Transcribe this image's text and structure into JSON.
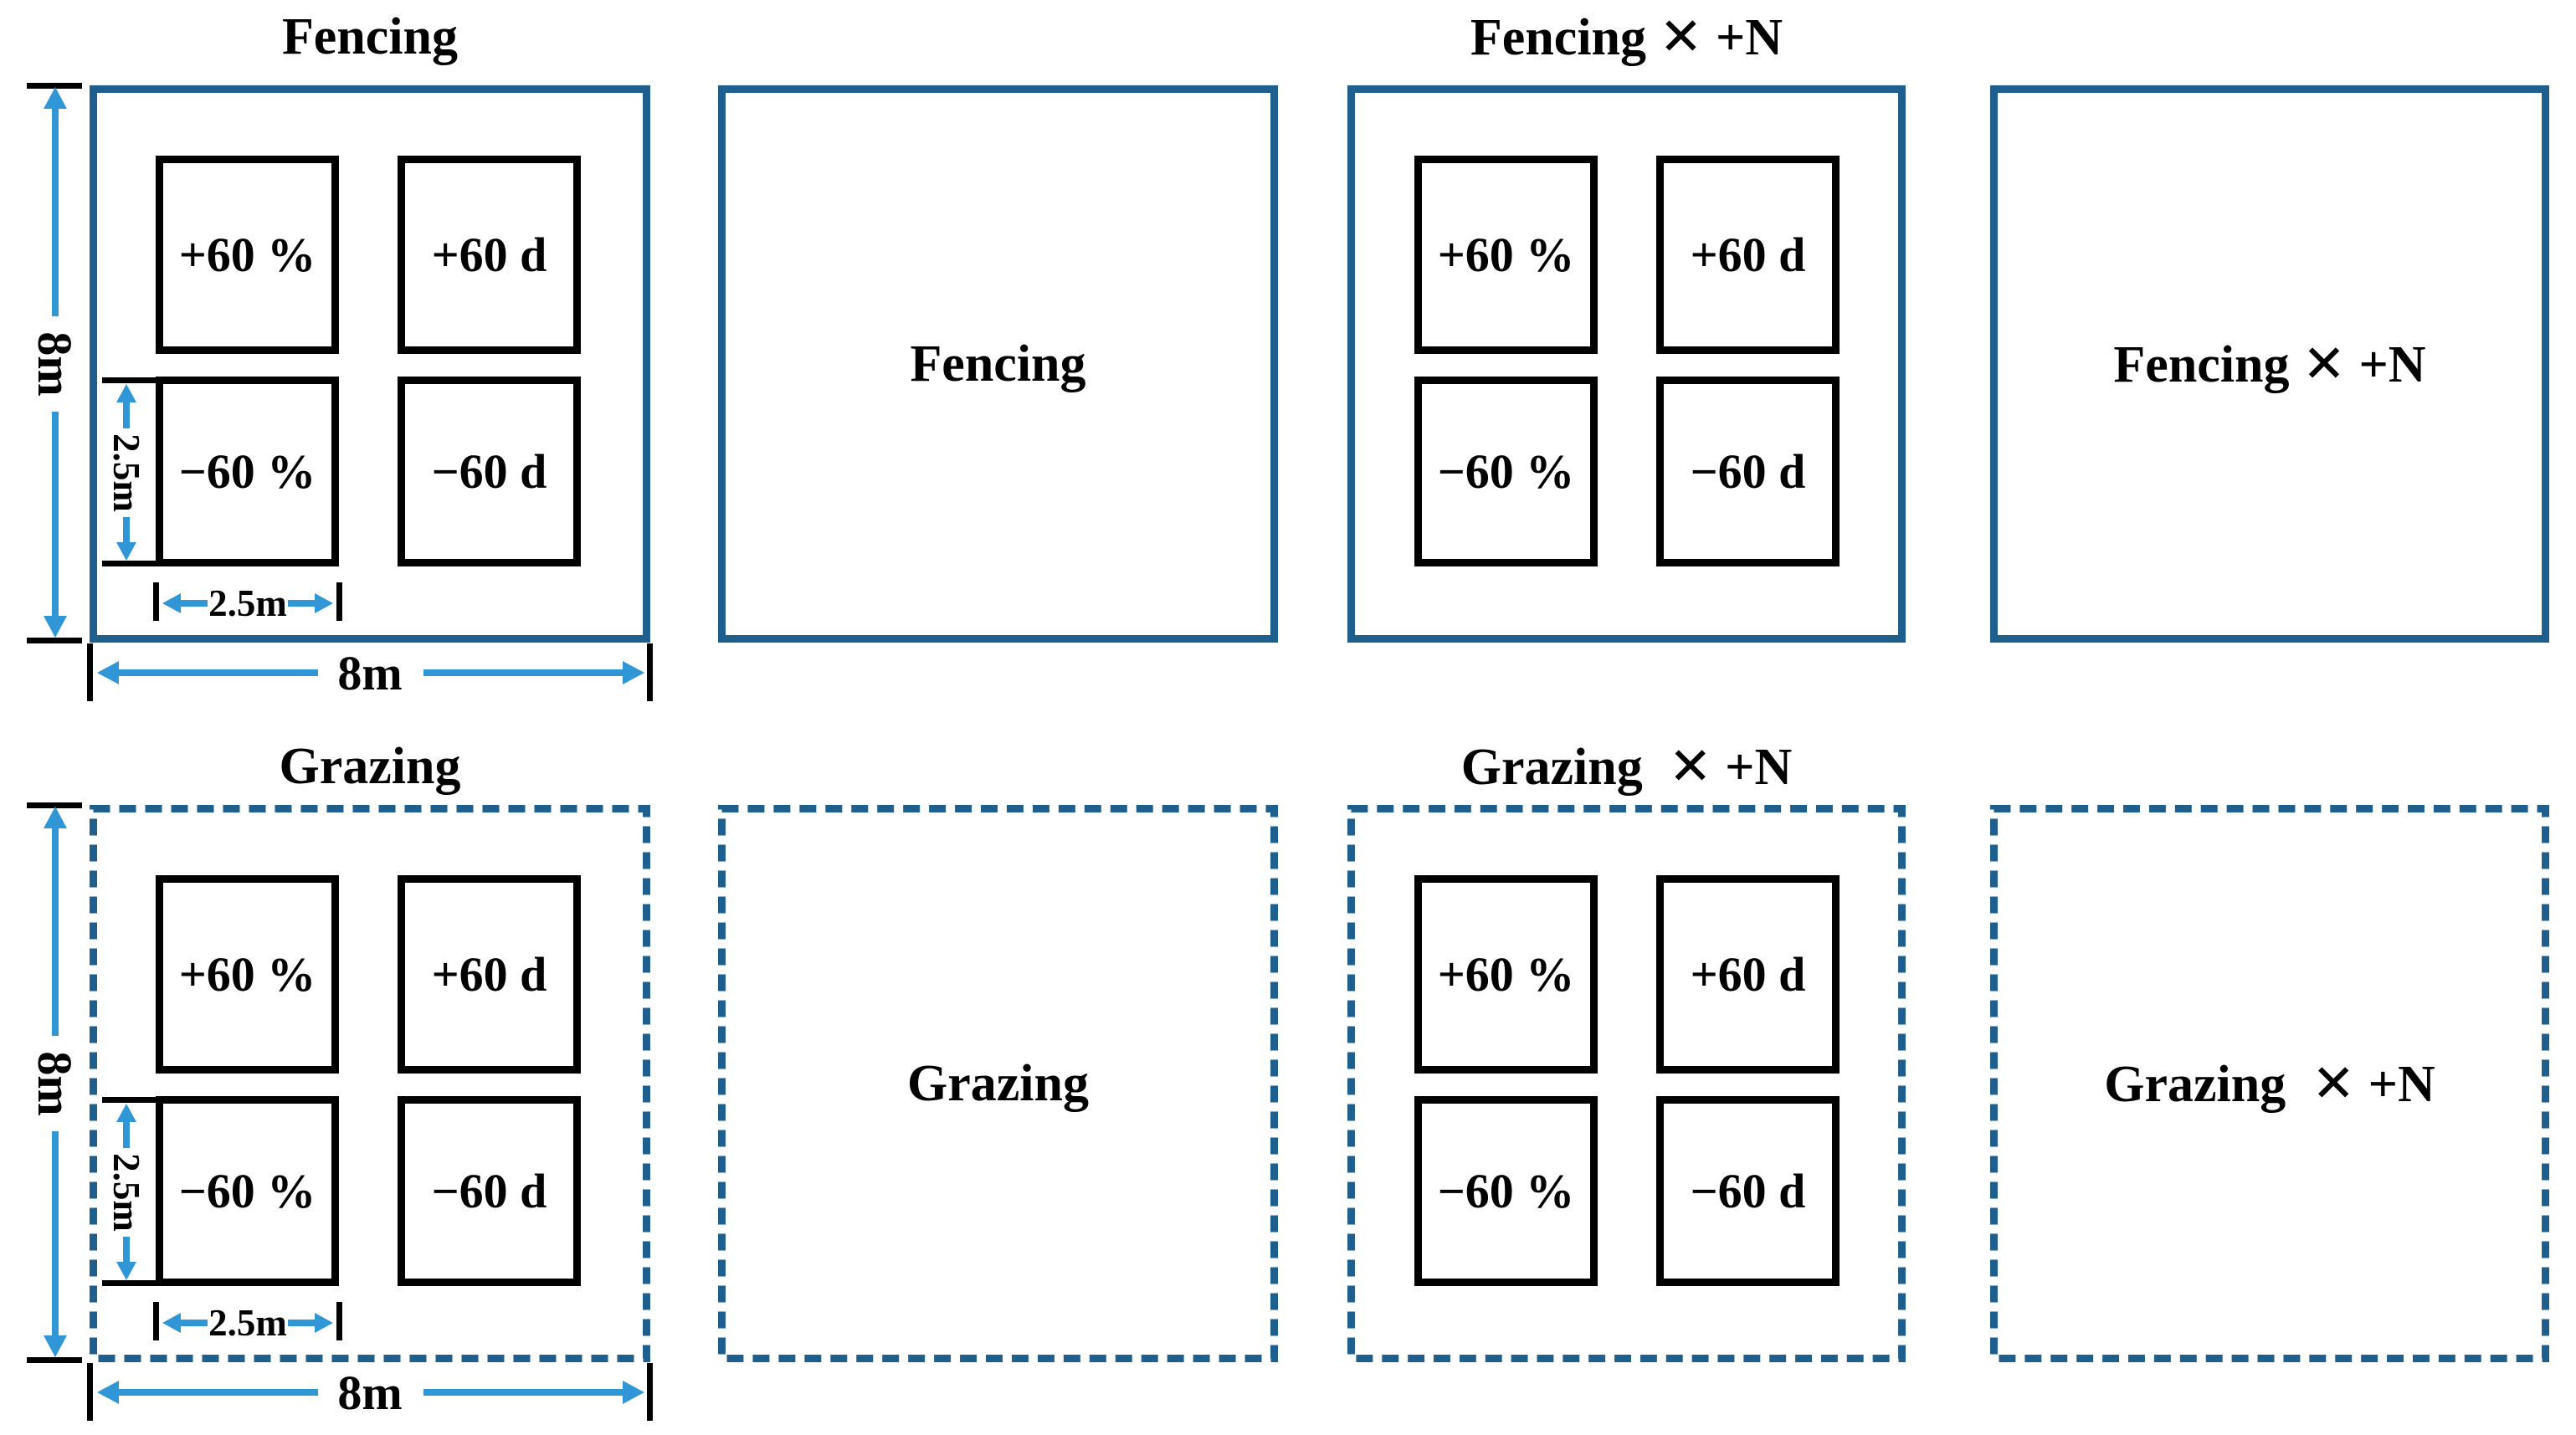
{
  "colors": {
    "frame_blue": "#1e5f8e",
    "arrow_blue": "#3196d6",
    "subplot_border": "#000000",
    "background": "#ffffff"
  },
  "subplot_labels": {
    "top_left": "+60 %",
    "top_right": "+60 d",
    "bottom_left": "−60 %",
    "bottom_right": "−60 d"
  },
  "dimensions": {
    "plot_height": "8m",
    "plot_width": "8m",
    "subplot_height": "2.5m",
    "subplot_width": "2.5m"
  },
  "row1": {
    "diagram_title": "Fencing",
    "plain_label": "Fencing",
    "n_diagram_title": "Fencing ✕ +N",
    "n_plain_label": "Fencing ✕ +N"
  },
  "row2": {
    "diagram_title": "Grazing",
    "plain_label": "Grazing",
    "n_diagram_title": "Grazing  ✕ +N",
    "n_plain_label": "Grazing  ✕ +N"
  }
}
